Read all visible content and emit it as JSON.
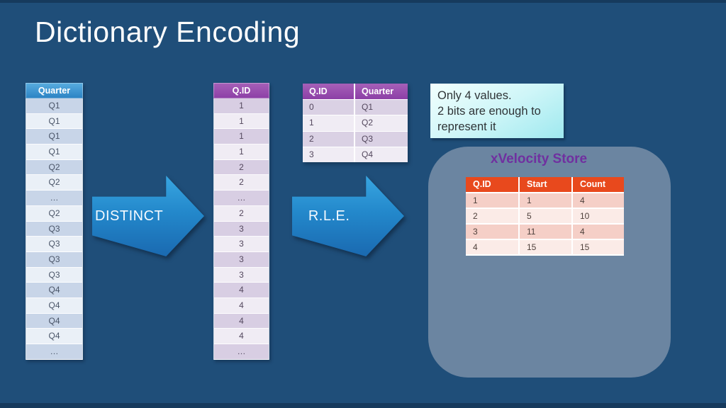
{
  "slide": {
    "title": "Dictionary Encoding"
  },
  "colors": {
    "background": "#1F4E79",
    "blue_header": "#3399D4",
    "purple_header": "#9A4FAE",
    "orange_header": "#E8491D",
    "arrow_blue": "#2388CB",
    "store_box": "#6B85A1",
    "store_title": "#7030A0",
    "note_bg": "#BFF0F4"
  },
  "quarter_table": {
    "header": "Quarter",
    "values": [
      "Q1",
      "Q1",
      "Q1",
      "Q1",
      "Q2",
      "Q2",
      "…",
      "Q2",
      "Q3",
      "Q3",
      "Q3",
      "Q3",
      "Q4",
      "Q4",
      "Q4",
      "Q4",
      "…"
    ]
  },
  "arrow_distinct": {
    "label": "DISTINCT"
  },
  "qid_table": {
    "header": "Q.ID",
    "values": [
      "1",
      "1",
      "1",
      "1",
      "2",
      "2",
      "…",
      "2",
      "3",
      "3",
      "3",
      "3",
      "4",
      "4",
      "4",
      "4",
      "…"
    ]
  },
  "mapping_table": {
    "headers": [
      "Q.ID",
      "Quarter"
    ],
    "rows": [
      [
        "0",
        "Q1"
      ],
      [
        "1",
        "Q2"
      ],
      [
        "2",
        "Q3"
      ],
      [
        "3",
        "Q4"
      ]
    ]
  },
  "note": {
    "lines": [
      "Only 4 values.",
      "2 bits are enough to",
      "represent it"
    ]
  },
  "arrow_rle": {
    "label": "R.L.E."
  },
  "store": {
    "title": "xVelocity Store",
    "table": {
      "headers": [
        "Q.ID",
        "Start",
        "Count"
      ],
      "rows": [
        [
          "1",
          "1",
          "4"
        ],
        [
          "2",
          "5",
          "10"
        ],
        [
          "3",
          "11",
          "4"
        ],
        [
          "4",
          "15",
          "15"
        ]
      ]
    }
  }
}
